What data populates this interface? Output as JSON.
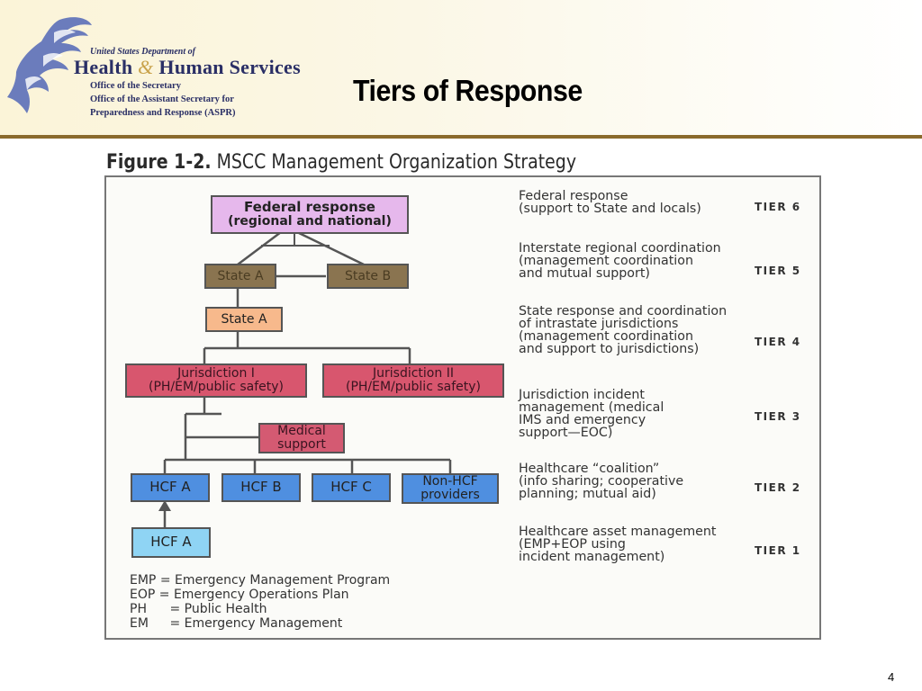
{
  "header": {
    "dept_line1": "United States Department of",
    "dept_health": "Health",
    "dept_amp": "&",
    "dept_human": "Human Services",
    "office_lines": [
      "Office of the Secretary",
      "Office of the Assistant Secretary for",
      "Preparedness and Response (ASPR)"
    ]
  },
  "slide": {
    "title": "Tiers of Response",
    "page_number": "4"
  },
  "figure": {
    "label": "Figure 1-2.",
    "title": "MSCC Management Organization Strategy"
  },
  "diagram": {
    "federal": [
      "Federal response",
      "(regional and national)"
    ],
    "state_a_top": "State A",
    "state_b_top": "State B",
    "state_a": "State A",
    "jurisdiction_1": [
      "Jurisdiction I",
      "(PH/EM/public safety)"
    ],
    "jurisdiction_2": [
      "Jurisdiction II",
      "(PH/EM/public safety)"
    ],
    "medical_support": [
      "Medical",
      "support"
    ],
    "hcf_a": "HCF A",
    "hcf_b": "HCF B",
    "hcf_c": "HCF C",
    "non_hcf": [
      "Non-HCF",
      "providers"
    ],
    "hcf_a_bottom": "HCF A"
  },
  "tiers": [
    {
      "label": "TIER 6",
      "lines": [
        "Federal response",
        "(support to State and locals)"
      ]
    },
    {
      "label": "TIER 5",
      "lines": [
        "Interstate regional coordination",
        "(management coordination",
        "and mutual support)"
      ]
    },
    {
      "label": "TIER 4",
      "lines": [
        "State response and coordination",
        "of intrastate jurisdictions",
        "(management coordination",
        "and support to jurisdictions)"
      ]
    },
    {
      "label": "TIER 3",
      "lines": [
        "Jurisdiction incident",
        "management (medical",
        "IMS and emergency",
        "support—EOC)"
      ]
    },
    {
      "label": "TIER 2",
      "lines": [
        "Healthcare “coalition”",
        "(info sharing; cooperative",
        "planning; mutual aid)"
      ]
    },
    {
      "label": "TIER 1",
      "lines": [
        "Healthcare asset management",
        "(EMP+EOP using",
        "incident management)"
      ]
    }
  ],
  "legend": [
    {
      "abbr": "EMP",
      "text": "= Emergency Management Program"
    },
    {
      "abbr": "EOP",
      "text": "= Emergency Operations Plan"
    },
    {
      "abbr": "PH",
      "text": "= Public Health"
    },
    {
      "abbr": "EM",
      "text": "= Emergency Management"
    }
  ],
  "colors": {
    "federal": "#e6b8ec",
    "state_top": "#8a7450",
    "state_a": "#f7b98c",
    "jurisdiction": "#d8566e",
    "medical": "#d45a72",
    "hcf": "#4f8fe0",
    "hcf_bottom": "#8fd4f4"
  }
}
